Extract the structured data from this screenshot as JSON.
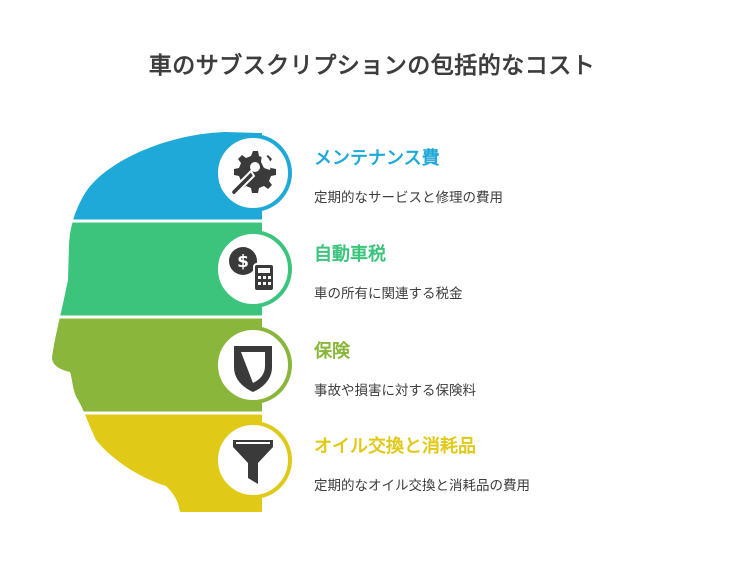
{
  "title": "車のサブスクリプションの包括的なコスト",
  "items": [
    {
      "title": "メンテナンス費",
      "description": "定期的なサービスと修理の費用",
      "color": "#1fa9d8",
      "icon": "wrench-gear-icon"
    },
    {
      "title": "自動車税",
      "description": "車の所有に関連する税金",
      "color": "#3cc47c",
      "icon": "money-calculator-icon"
    },
    {
      "title": "保険",
      "description": "事故や損害に対する保険料",
      "color": "#8ab73b",
      "icon": "shield-icon"
    },
    {
      "title": "オイル交換と消耗品",
      "description": "定期的なオイル交換と消耗品の費用",
      "color": "#e1c918",
      "icon": "funnel-icon"
    }
  ]
}
